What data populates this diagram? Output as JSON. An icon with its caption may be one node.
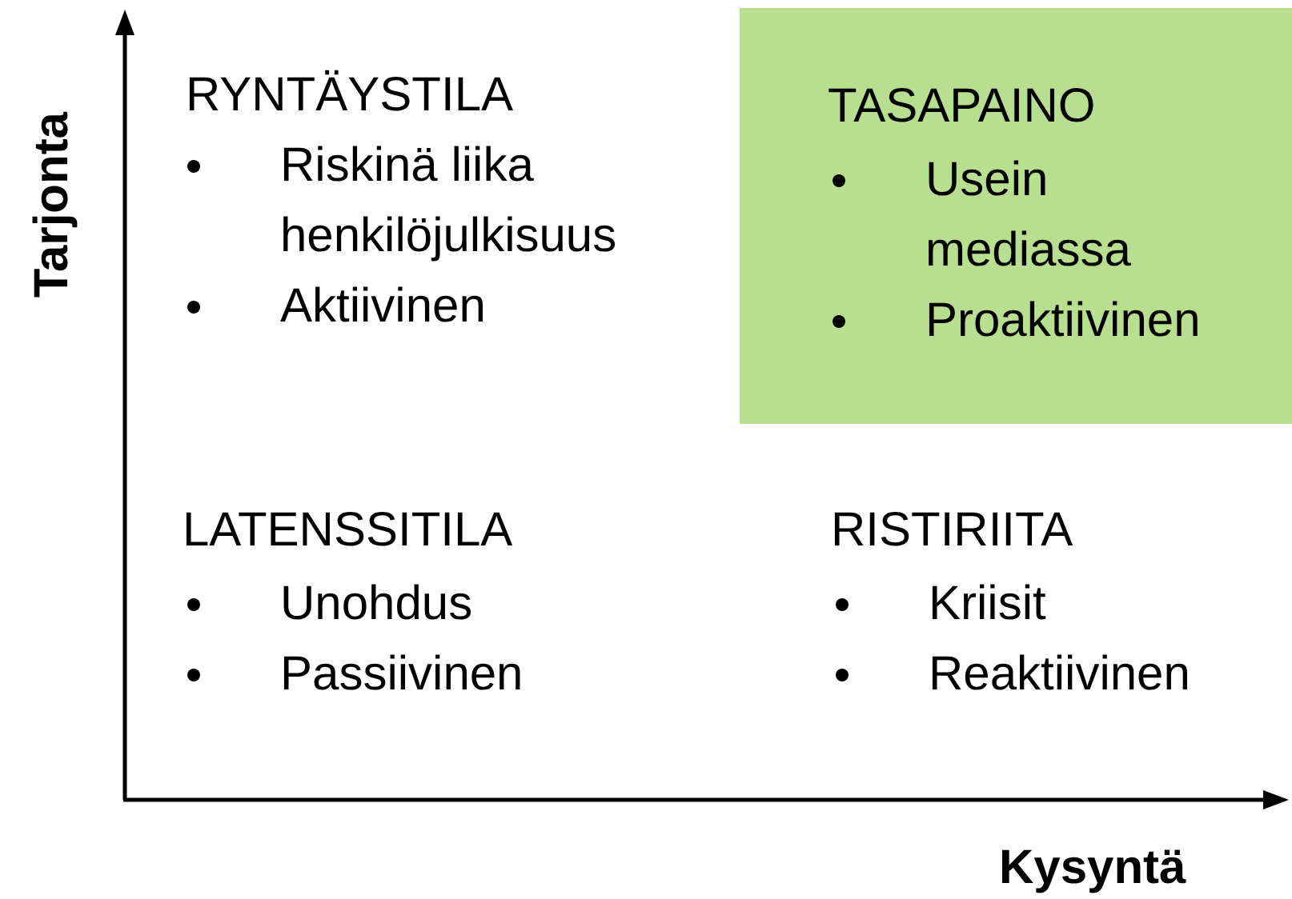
{
  "diagram": {
    "nodes": [
      {
        "text": [
          "TASAPAINO",
          "Usein mediassa",
          "Proaktiivinen"
        ]
      }
    ],
    "labels": [
      "Tarjonta",
      "RYNTÄYSTILA",
      "Riskinä liika henkilöjulkisuus",
      "Aktiivinen",
      "LATENSSITILA",
      "Unohdus",
      "Passiivinen",
      "RISTIRIITA",
      "Kriisit",
      "Reaktiivinen",
      "Kysyntä"
    ]
  }
}
